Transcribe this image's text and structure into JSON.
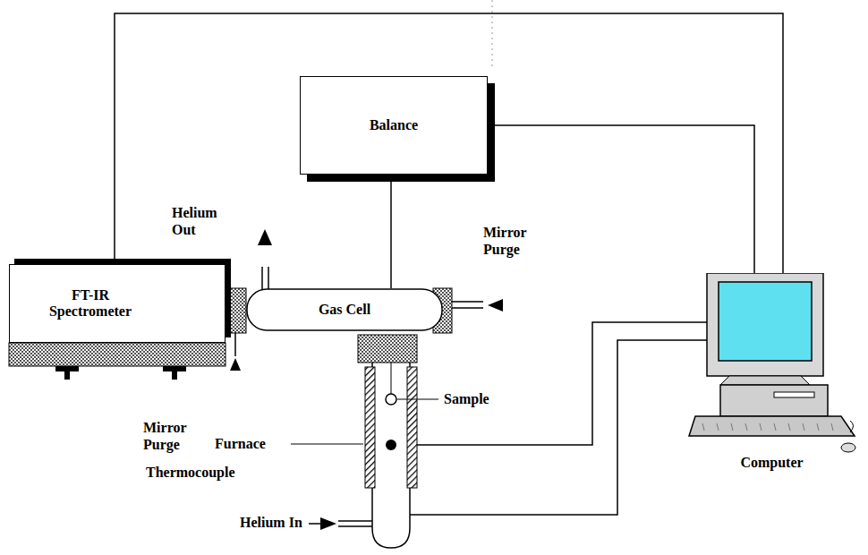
{
  "diagram": {
    "nodes": [
      {
        "text": [
          "Balance"
        ]
      },
      {
        "text": [
          "FT-IR Spectrometer"
        ]
      },
      {
        "text": [
          "Gas Cell"
        ]
      },
      {
        "text": [
          "Computer"
        ]
      }
    ],
    "edges": [
      {
        "from": 1,
        "to": 3,
        "arrow": "none"
      },
      {
        "from": 0,
        "to": 3,
        "arrow": "none"
      },
      {
        "from": 0,
        "to": 2,
        "arrow": "none"
      }
    ],
    "labels": [
      "Helium Out",
      "Mirror Purge",
      "Mirror Purge",
      "Sample",
      "Furnace",
      "Thermocouple",
      "Helium In"
    ]
  }
}
